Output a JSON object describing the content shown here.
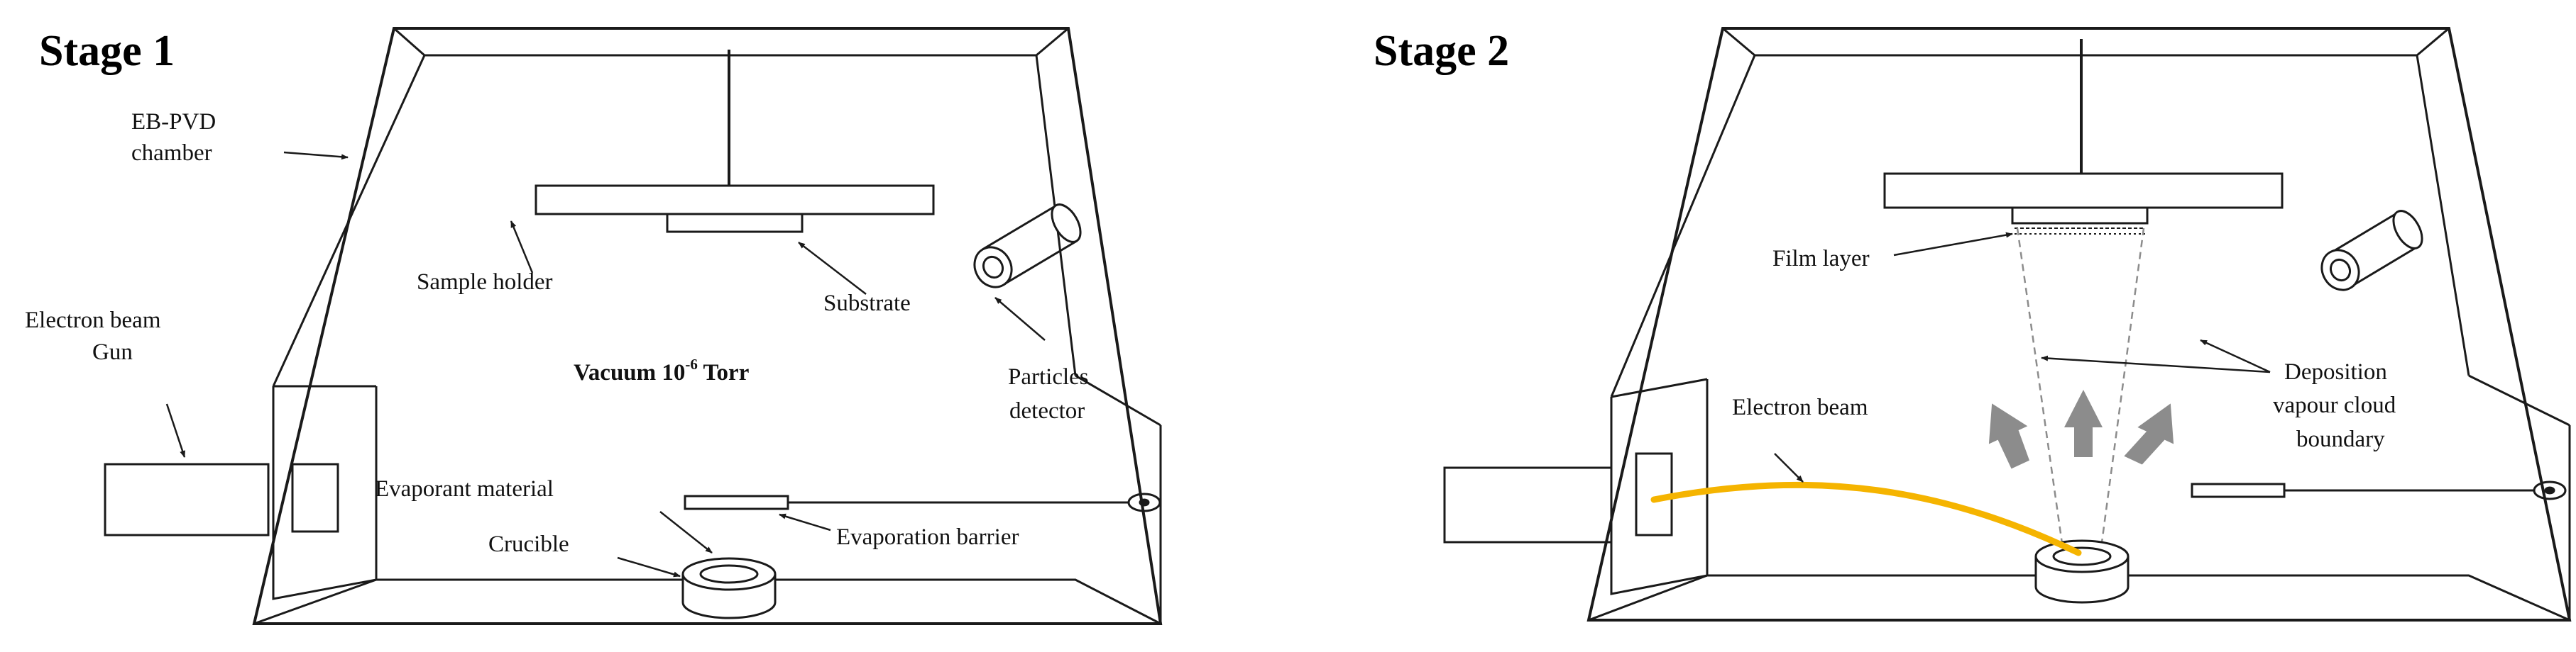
{
  "stage1": {
    "title": "Stage 1",
    "labels": {
      "chamber_line1": "EB-PVD",
      "chamber_line2": "chamber",
      "gun_line1": "Electron beam",
      "gun_line2": "Gun",
      "sample_holder": "Sample holder",
      "substrate": "Substrate",
      "vacuum_text": "Vacuum 10",
      "vacuum_exp": "-6",
      "vacuum_unit": " Torr",
      "detector_line1": "Particles",
      "detector_line2": "detector",
      "evaporant": "Evaporant material",
      "crucible": "Crucible",
      "barrier": "Evaporation barrier"
    }
  },
  "stage2": {
    "title": "Stage 2",
    "labels": {
      "film_layer": "Film layer",
      "electron_beam": "Electron beam",
      "deposition_line1": "Deposition",
      "deposition_line2": "vapour cloud",
      "deposition_line3": "boundary"
    }
  },
  "colors": {
    "beam": "#f5b400",
    "line": "#1a1a1a",
    "arrows": "#8c8c8c"
  }
}
